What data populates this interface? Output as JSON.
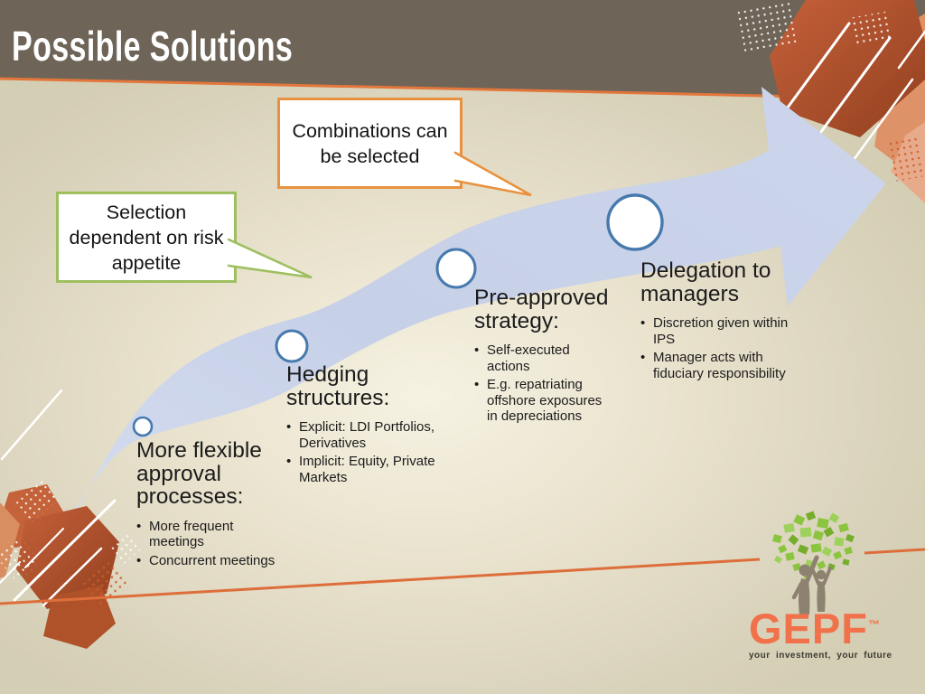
{
  "slide": {
    "title": "Possible Solutions",
    "bullet_char": "•",
    "callouts": [
      {
        "name": "combinations",
        "text": "Combinations can\nbe selected",
        "border_color": "#e8923f"
      },
      {
        "name": "risk-appetite",
        "text": "Selection\ndependent on risk\nappetite",
        "border_color": "#9ebf5f"
      }
    ],
    "milestones": [
      {
        "heading": "More flexible\napproval\nprocesses:",
        "bullets": [
          "More frequent\nmeetings",
          "Concurrent meetings"
        ]
      },
      {
        "heading": "Hedging\nstructures:",
        "bullets": [
          "Explicit: LDI Portfolios,\nDerivatives",
          "Implicit: Equity, Private\nMarkets"
        ]
      },
      {
        "heading": "Pre-approved\nstrategy:",
        "bullets": [
          "Self-executed\nactions",
          "E.g. repatriating\noffshore exposures\nin depreciations"
        ]
      },
      {
        "heading": "Delegation to\nmanagers",
        "bullets": [
          "Discretion given within\nIPS",
          "Manager acts with\nfiduciary responsibility"
        ]
      }
    ],
    "logo": {
      "name": "GEPF",
      "tm": "™",
      "tagline": "your investment, your future"
    },
    "colors": {
      "header_brown": "#6e6558",
      "header_line_orange": "#e2763b",
      "arrow_blue": "#c9d3e9",
      "circle_border_blue": "#4679ad",
      "terracotta": "#b95a33",
      "logo_orange": "#f0714a",
      "leaf_green": "#8bc53f",
      "background_beige": "#ded7c2"
    }
  }
}
